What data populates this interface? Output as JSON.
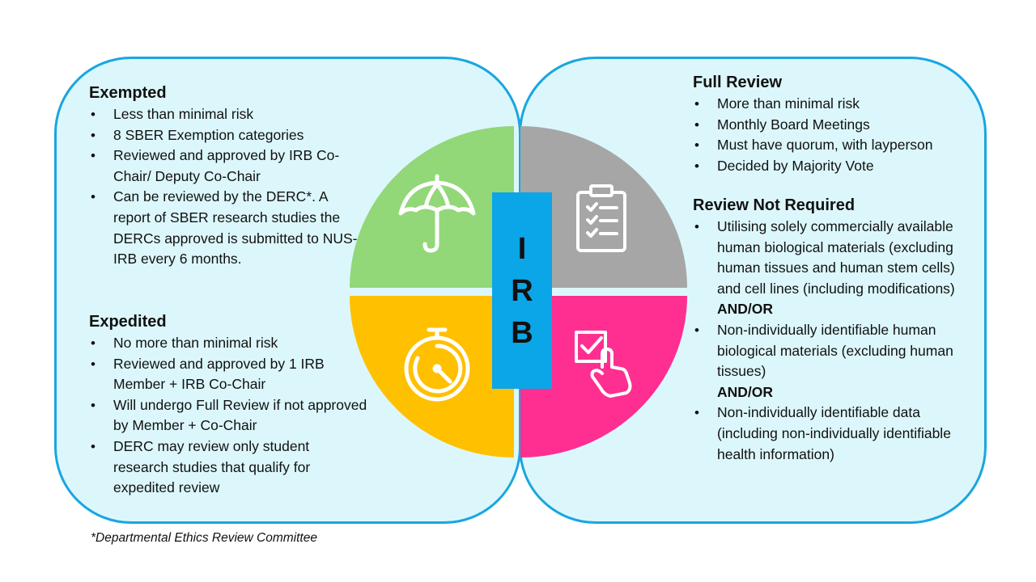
{
  "colors": {
    "panel_fill": "#dcf7fb",
    "panel_border": "#19a6e0",
    "quadrant_green": "#92d778",
    "quadrant_gray": "#a6a6a6",
    "quadrant_yellow": "#ffc000",
    "quadrant_pink": "#ff2f92",
    "irb_bar": "#0aa6e7"
  },
  "center": {
    "letters": [
      "I",
      "R",
      "B"
    ],
    "icons": [
      "umbrella-icon",
      "clipboard-checklist-icon",
      "stopwatch-icon",
      "checkbox-hand-icon"
    ]
  },
  "left": {
    "exempted": {
      "title": "Exempted",
      "items": [
        "Less than minimal risk",
        "8 SBER Exemption categories",
        "Reviewed and approved by IRB Co-Chair/ Deputy Co-Chair",
        "Can be reviewed by the DERC*. A report of SBER research studies the DERCs approved is submitted to NUS-IRB every 6 months."
      ]
    },
    "expedited": {
      "title": "Expedited",
      "items": [
        "No more than minimal risk",
        "Reviewed and approved by 1 IRB Member + IRB Co-Chair",
        "Will undergo Full Review if not approved by Member + Co-Chair",
        "DERC may review only student research studies that qualify for expedited review"
      ]
    }
  },
  "right": {
    "full_review": {
      "title": "Full Review",
      "items": [
        "More than minimal risk",
        "Monthly Board Meetings",
        "Must have quorum, with layperson",
        "Decided by Majority Vote"
      ]
    },
    "not_required": {
      "title": "Review Not Required",
      "items": [
        "Utilising solely commercially available human biological materials (excluding human tissues and human stem cells) and cell lines (including modifications)",
        "Non-individually identifiable human biological materials (excluding human tissues)",
        "Non-individually identifiable data (including non-individually identifiable health information)"
      ],
      "connector": "AND/OR"
    }
  },
  "footnote": "*Departmental Ethics Review Committee"
}
